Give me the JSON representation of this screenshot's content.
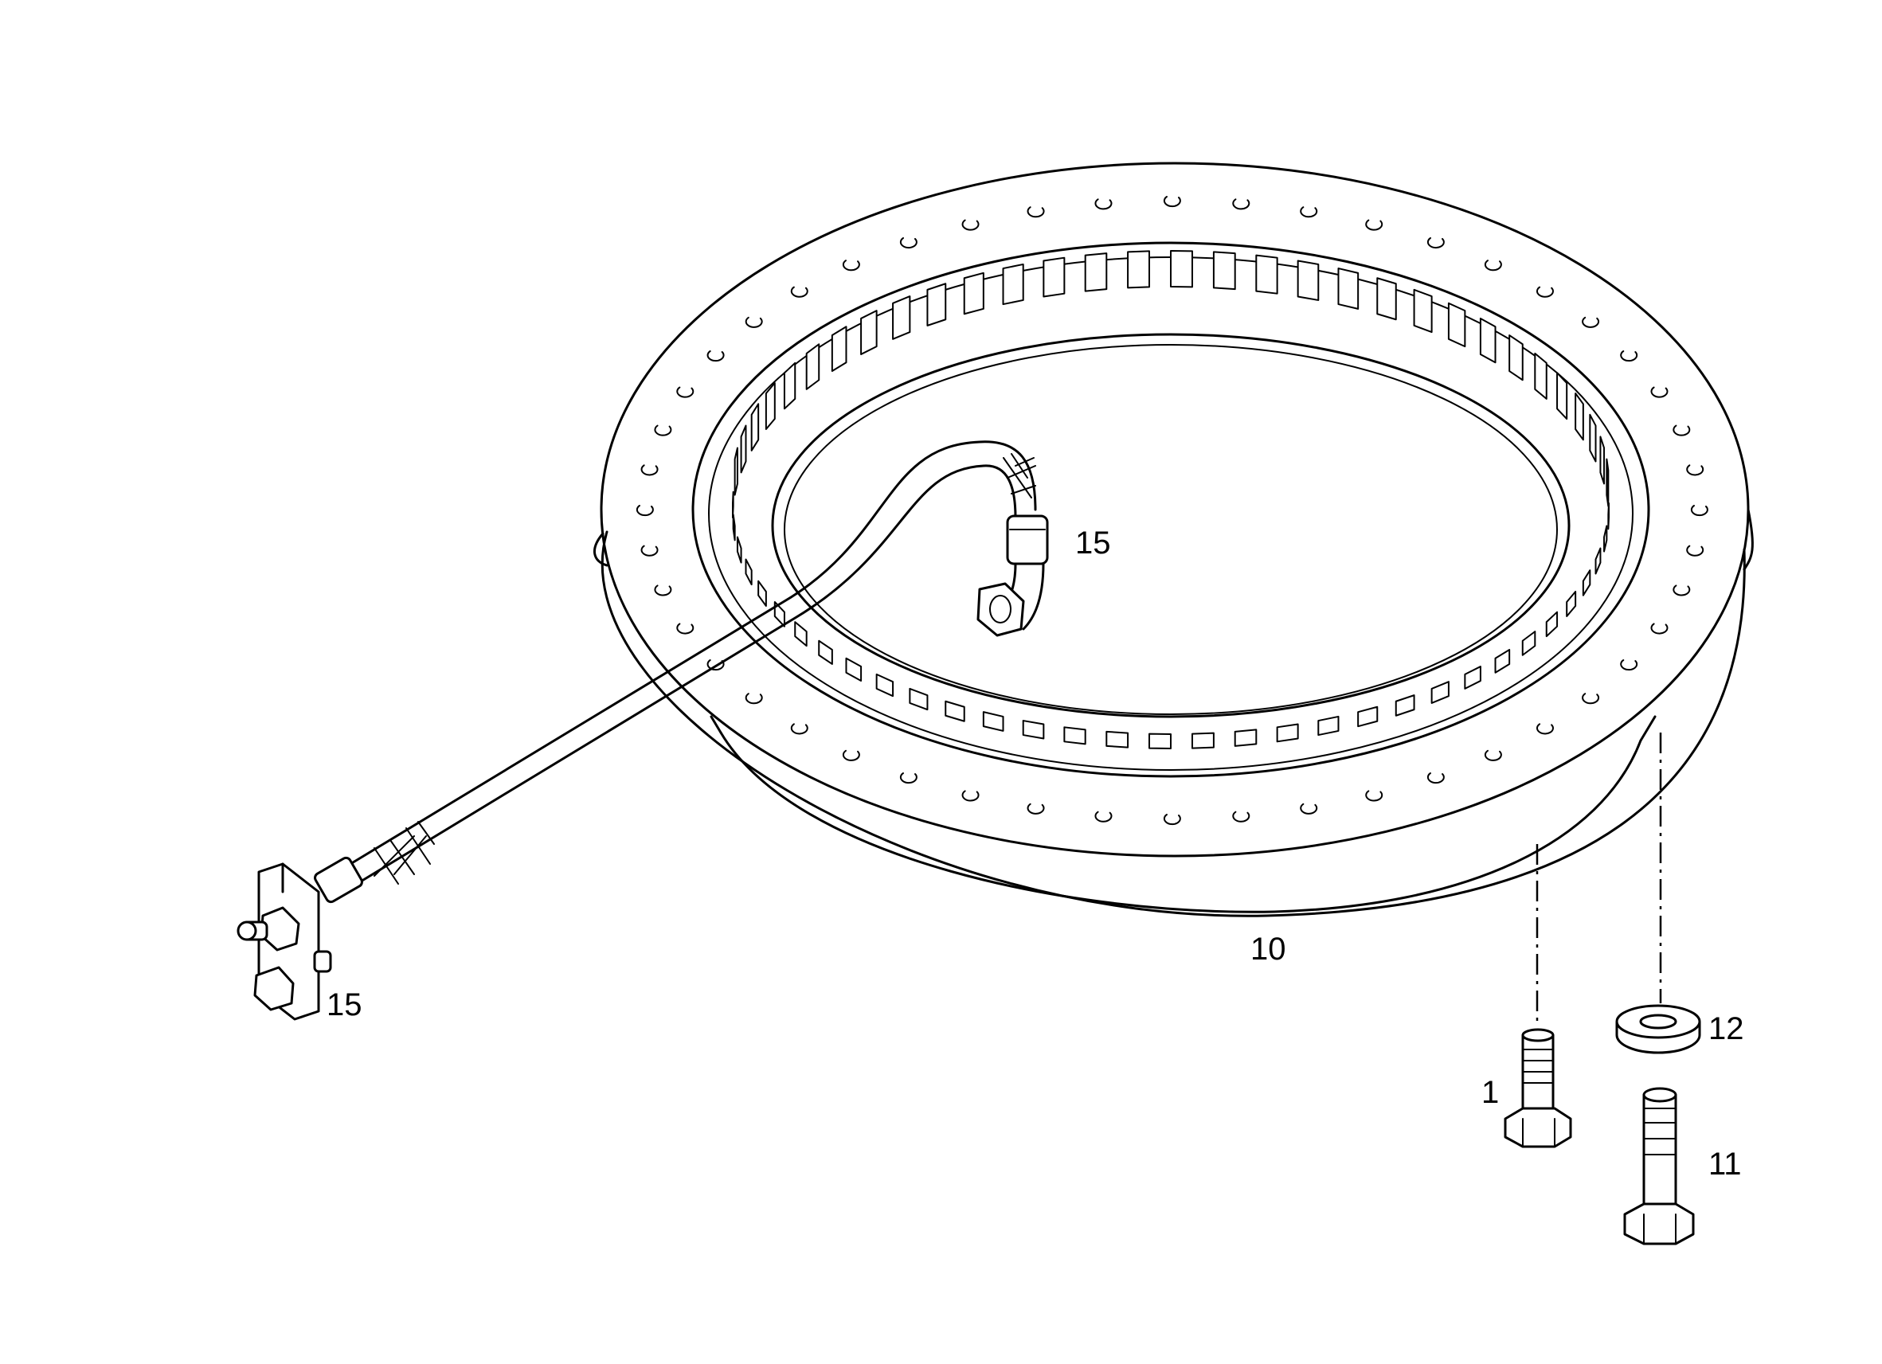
{
  "callouts": {
    "ring_label": "10",
    "hose_label_upper": "15",
    "hose_label_lower": "15",
    "bolt_short_label": "1",
    "bolt_long_label": "11",
    "washer_label": "12"
  },
  "colors": {
    "line": "#000000",
    "background": "#ffffff"
  }
}
